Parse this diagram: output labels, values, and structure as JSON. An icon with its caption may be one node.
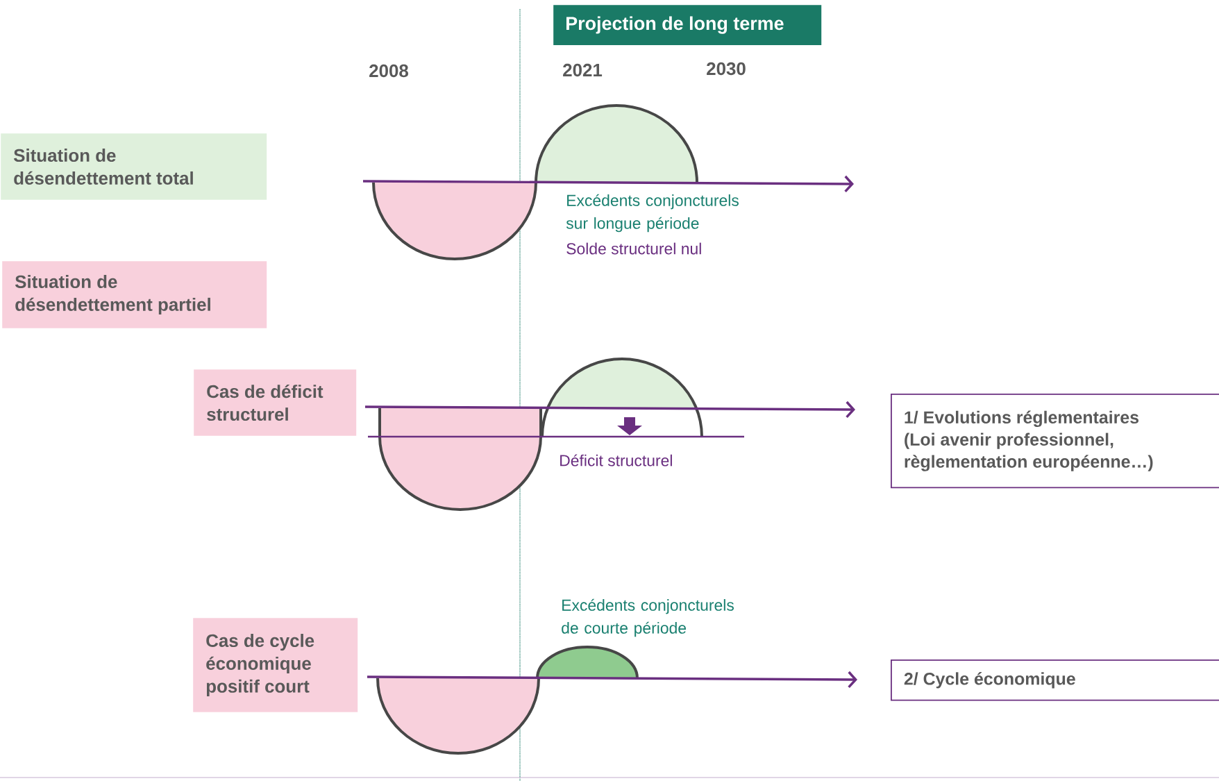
{
  "diagram": {
    "nodes": [
      {
        "text": [
          "Projection de long terme"
        ]
      },
      {
        "text": [
          "Situation de désendettement total"
        ]
      },
      {
        "text": [
          "Situation de désendettement partiel"
        ]
      },
      {
        "text": [
          "Cas de déficit structurel"
        ]
      },
      {
        "text": [
          "Cas de cycle économique positif court"
        ]
      },
      {
        "text": [
          "1/ Evolutions réglementaires (Loi avenir professionnel, règlementation européenne…)"
        ]
      },
      {
        "text": [
          "2/ Cycle économique"
        ]
      }
    ],
    "labels": [
      "2008",
      "2021",
      "2030",
      "Excédents conjoncturels sur longue période",
      "Solde structurel nul",
      "Déficit structurel",
      "Excédents conjoncturels de courte période"
    ]
  }
}
